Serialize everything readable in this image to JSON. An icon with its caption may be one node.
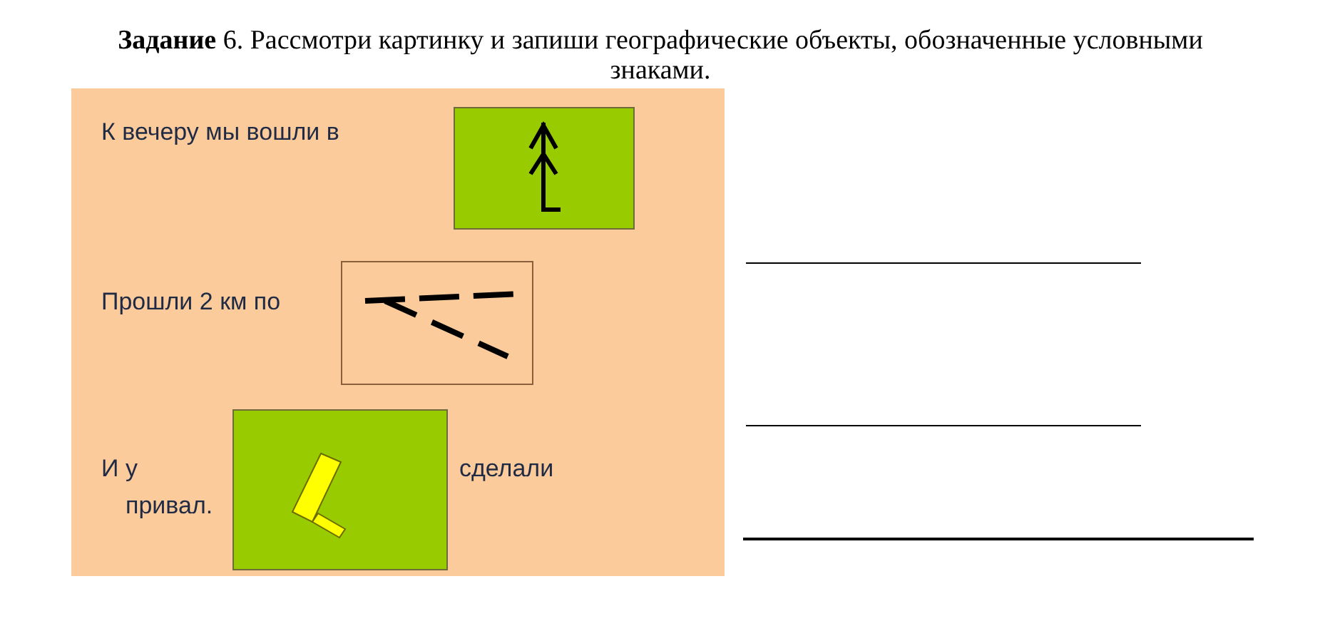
{
  "diagram": {
    "title": "**Задание** 6. Рассмотри картинку и запиши географические объекты, обозначенные условными знаками.",
    "nodes": [
      {
        "text": [],
        "shape": "box"
      },
      {
        "text": [],
        "shape": "picture",
        "in": 0
      },
      {
        "text": [],
        "shape": "picture",
        "in": 0
      },
      {
        "text": [],
        "shape": "picture",
        "in": 0
      }
    ],
    "edges": [],
    "labels": [
      "К вечеру мы вошли в",
      "Прошли 2 км по",
      "И у",
      "привал.",
      "сделали"
    ]
  }
}
